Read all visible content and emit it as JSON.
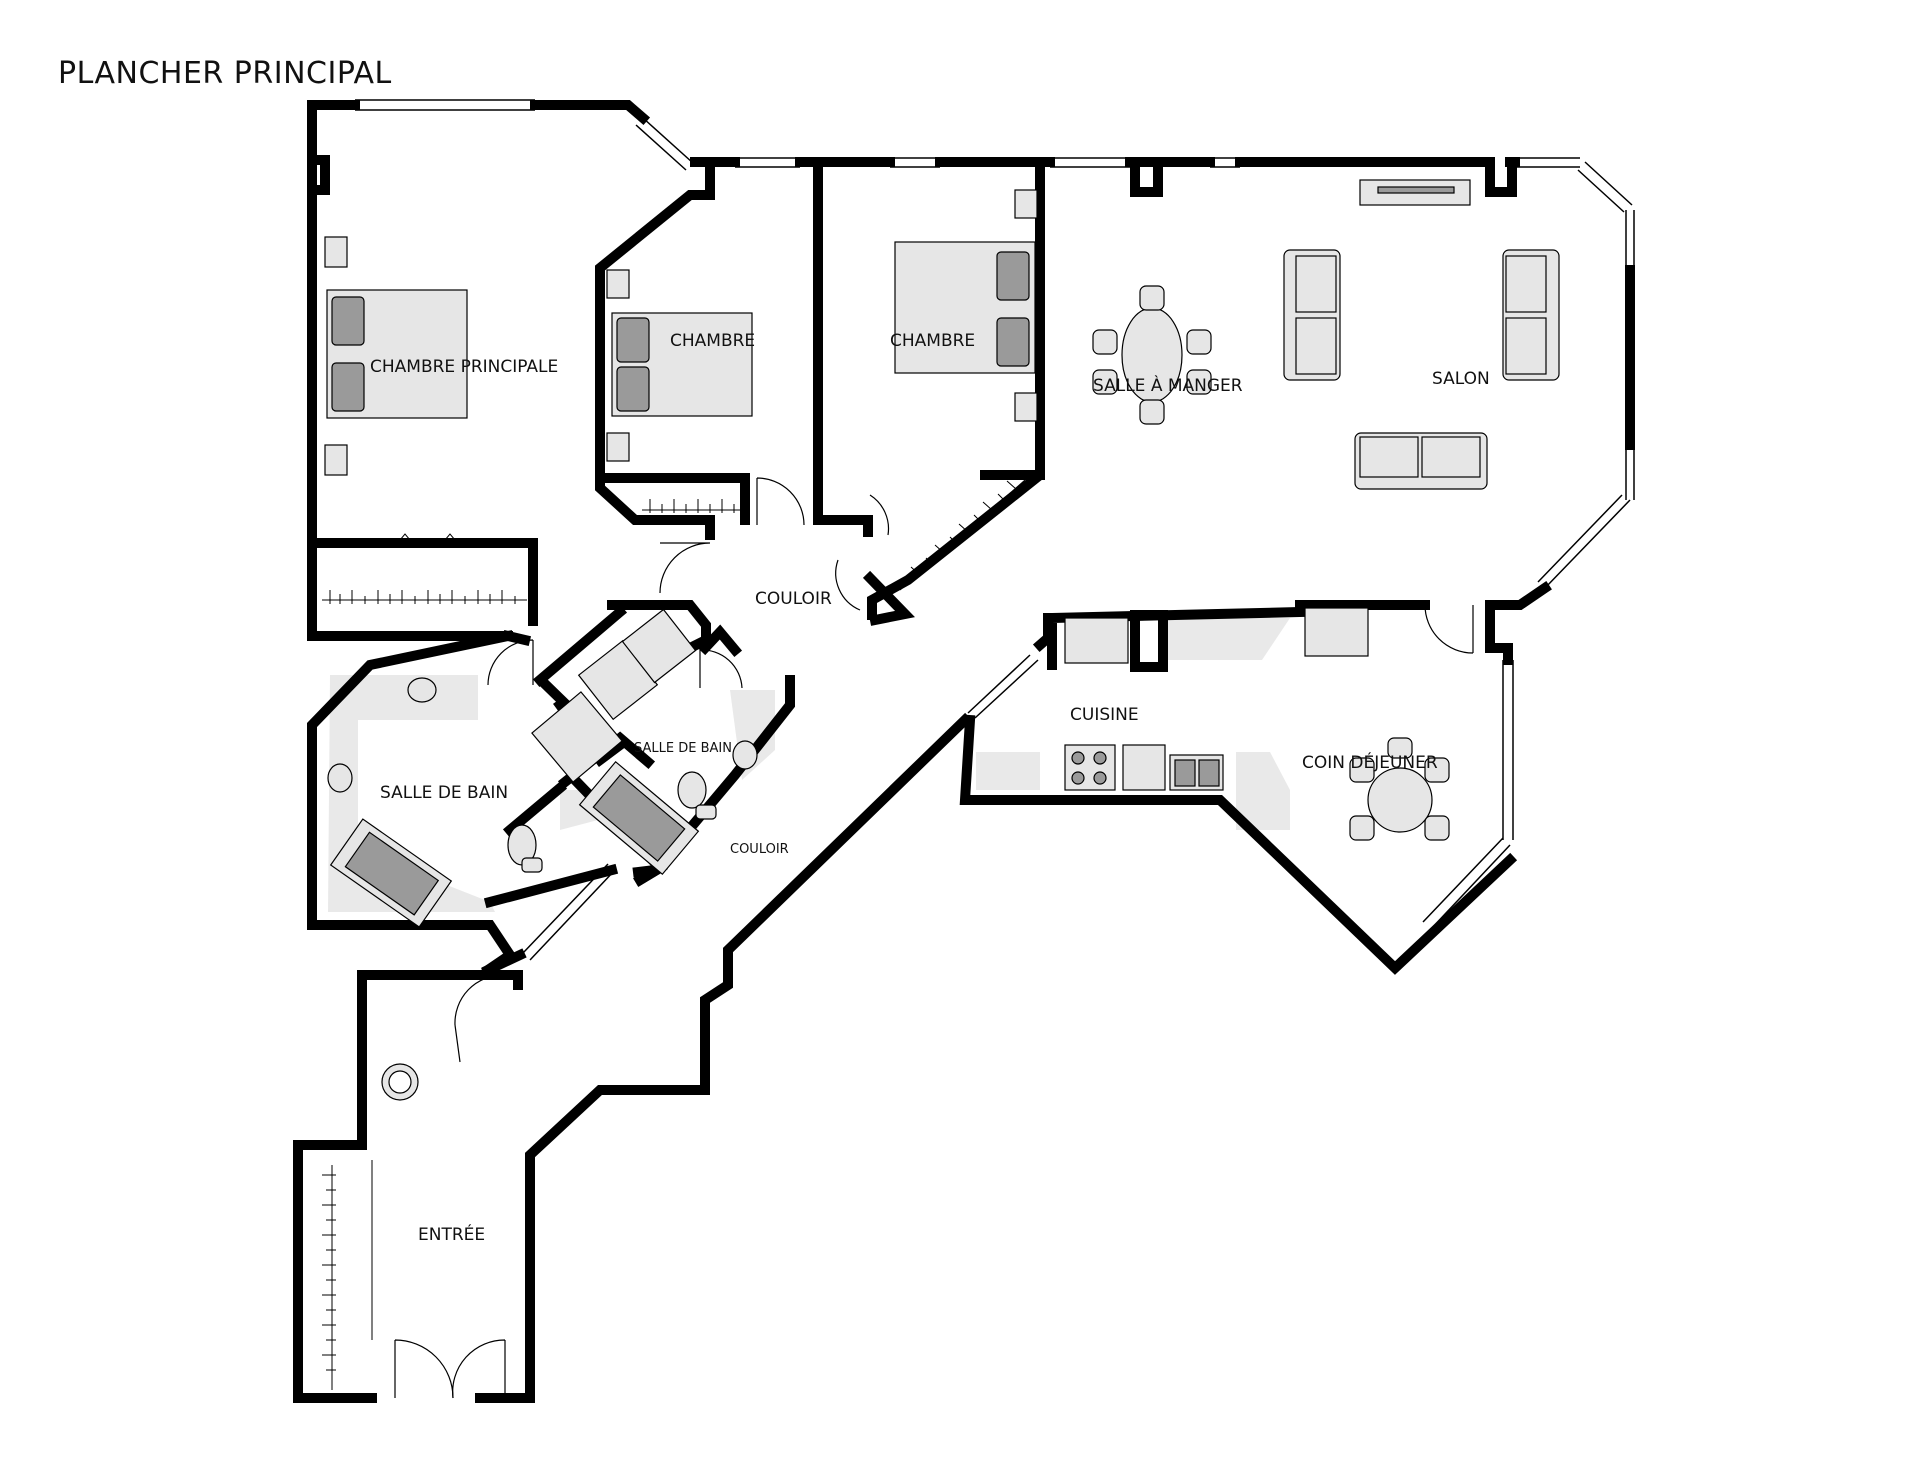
{
  "title": "PLANCHER PRINCIPAL",
  "rooms": {
    "master_bedroom": "CHAMBRE PRINCIPALE",
    "bedroom_1": "CHAMBRE",
    "bedroom_2": "CHAMBRE",
    "dining": "SALLE À MANGER",
    "living": "SALON",
    "hallway_1": "COULOIR",
    "hallway_2": "COULOIR",
    "kitchen": "CUISINE",
    "breakfast": "COIN DÉJEUNER",
    "bathroom_1": "SALLE DE BAIN",
    "bathroom_2": "SALLE DE BAIN",
    "entrance": "ENTRÉE"
  },
  "colors": {
    "wall": "#000000",
    "fixture_fill": "#e6e6e6",
    "fixture_dark": "#9a9a9a",
    "floor_tint": "#e9e9e9"
  }
}
